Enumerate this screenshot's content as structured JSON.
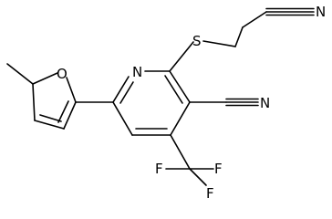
{
  "structure": {
    "atom_labels": {
      "cyano_chain_nitrogen": "N",
      "sulfur": "S",
      "pyridine_nitrogen": "N",
      "ring_cyano_nitrogen": "N",
      "furan_oxygen": "O",
      "fluorine_upper_left": "F",
      "fluorine_upper_right": "F",
      "fluorine_bottom": "F"
    },
    "colors": {
      "bond": "#000000",
      "label": "#000000",
      "background": "#ffffff"
    }
  }
}
